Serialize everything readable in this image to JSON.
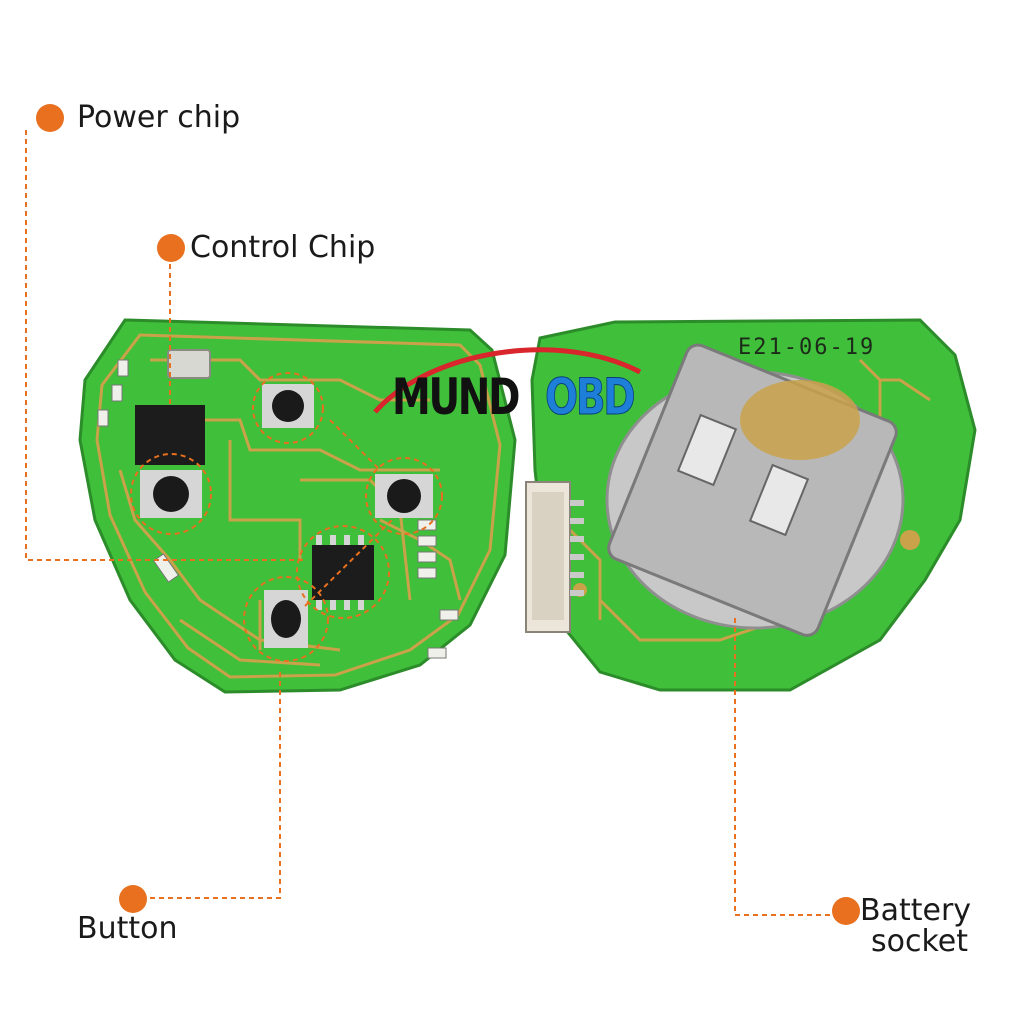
{
  "labels": {
    "power_chip": "Power chip",
    "control_chip": "Control Chip",
    "button": "Button",
    "battery_socket_line1": "Battery",
    "battery_socket_line2": "socket"
  },
  "logo": {
    "left_text": "MUND",
    "right_text": "OBD"
  },
  "pcb_marking": {
    "date_code": "E21-06-19"
  },
  "colors": {
    "accent_dot": "#e8701e",
    "pcb_green": "#3fbf3a",
    "pcb_trace": "#c9a24a",
    "logo_blue": "#1d7fd8",
    "logo_arc_red": "#d8262c"
  }
}
